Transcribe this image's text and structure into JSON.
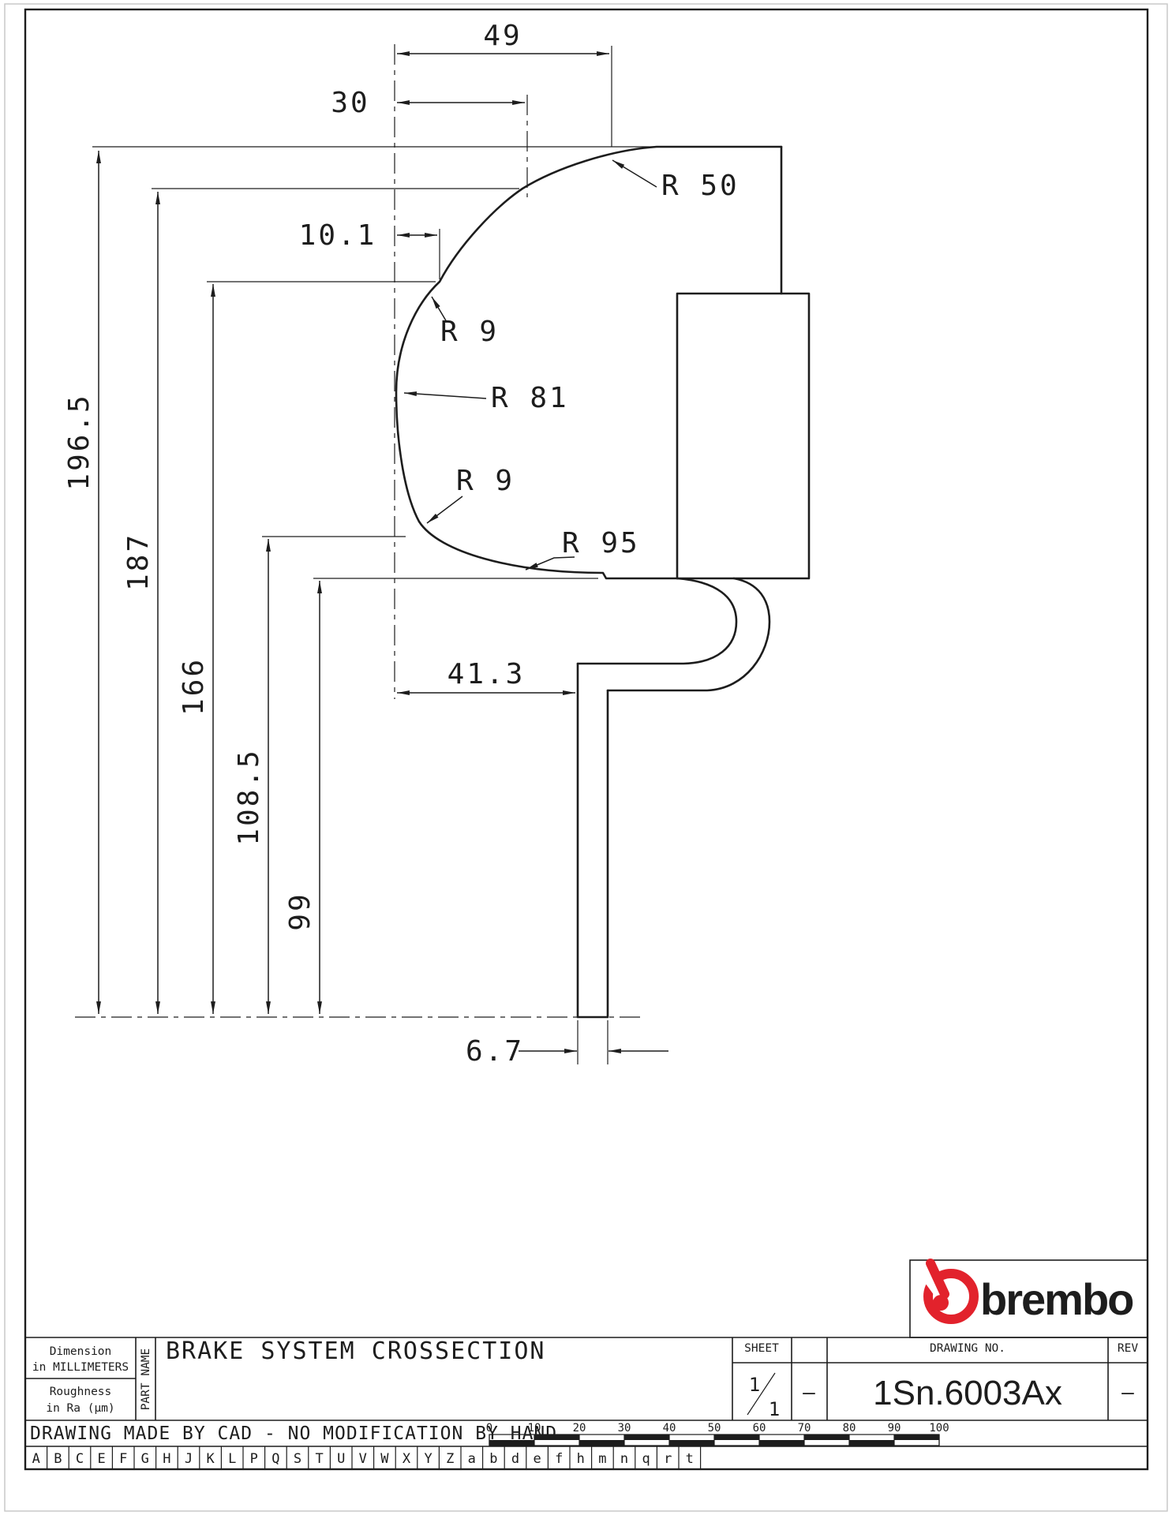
{
  "drawing": {
    "stroke": "#1d1d1d",
    "dims": {
      "w49": "49",
      "w30": "30",
      "w10_1": "10.1",
      "h196_5": "196.5",
      "h187": "187",
      "h166": "166",
      "h108_5": "108.5",
      "h99": "99",
      "w41_3": "41.3",
      "w6_7": "6.7"
    },
    "radii": {
      "r50": "R 50",
      "r9_upper": "R 9",
      "r81": "R 81",
      "r9_lower": "R 9",
      "r95": "R 95"
    }
  },
  "title_block": {
    "dimension_note": [
      "Dimension",
      "in MILLIMETERS"
    ],
    "roughness_note": [
      "Roughness",
      "in Ra (µm)"
    ],
    "part_name_label": "PART NAME",
    "title": "BRAKE SYSTEM CROSSECTION",
    "sheet_label": "SHEET",
    "sheet_numerator": "1",
    "sheet_denominator": "1",
    "sheet_dash": "–",
    "drawing_no_label": "DRAWING NO.",
    "drawing_no": "1Sn.6003Ax",
    "rev_label": "REV",
    "rev_value": "–"
  },
  "footer": {
    "cad_note": "DRAWING MADE BY CAD - NO MODIFICATION BY HAND",
    "scale_ticks": [
      "0",
      "10",
      "20",
      "30",
      "40",
      "50",
      "60",
      "70",
      "80",
      "90",
      "100"
    ],
    "index_letters": [
      "A",
      "B",
      "C",
      "E",
      "F",
      "G",
      "H",
      "J",
      "K",
      "L",
      "P",
      "Q",
      "S",
      "T",
      "U",
      "V",
      "W",
      "X",
      "Y",
      "Z",
      "a",
      "b",
      "d",
      "e",
      "f",
      "h",
      "m",
      "n",
      "q",
      "r",
      "t"
    ]
  },
  "logo": {
    "brand": "brembo",
    "color": "#e2222c"
  }
}
